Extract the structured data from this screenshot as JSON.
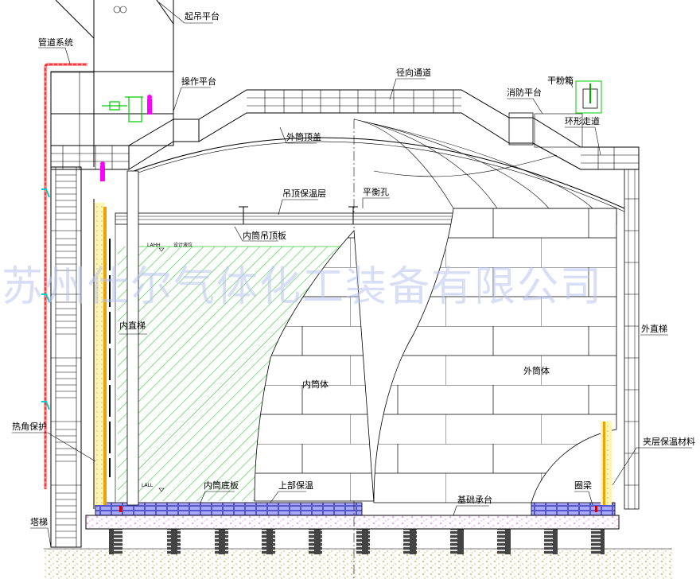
{
  "drawing": {
    "labels": {
      "lifting_platform": "起吊平台",
      "piping_system": "管道系统",
      "operating_platform": "操作平台",
      "outer_roof": "外筒顶盖",
      "suspended_deck_insulation": "吊顶保温层",
      "inner_suspended_deck": "内筒吊顶板",
      "lahh": "LAHH",
      "design_level": "设计液位",
      "radial_walkway": "径向通道",
      "fire_platform": "消防平台",
      "dry_powder_box": "干粉箱",
      "ring_walkway": "环形走道",
      "balance_hole": "平衡孔",
      "inner_ladder": "内直梯",
      "inner_tank": "内筒体",
      "outer_tank": "外筒体",
      "outer_ladder": "外直梯",
      "thermal_corner_protection": "热角保护",
      "annular_insulation": "夹层保温材料",
      "lall": "LALL",
      "inner_bottom_plate": "内筒底板",
      "upper_insulation": "上部保温",
      "foundation_cap": "基础承台",
      "ring_beam": "圈梁",
      "stair_tower": "塔梯"
    },
    "watermark": "苏州仕尔气体化工装备有限公司",
    "colors": {
      "liquid_hatch": "#33cc33",
      "piping": "#ff3333",
      "insulation_fill": "#fff5b0",
      "insulation_edge": "#f0a000",
      "bottom_insulation": "#3333aa",
      "foundation_speckle": "#ee22ee",
      "ground_speckle": "#c8961e",
      "person": "#ff00ff",
      "equipment": "#00cc00",
      "cyan_marker": "#00cccc"
    }
  }
}
